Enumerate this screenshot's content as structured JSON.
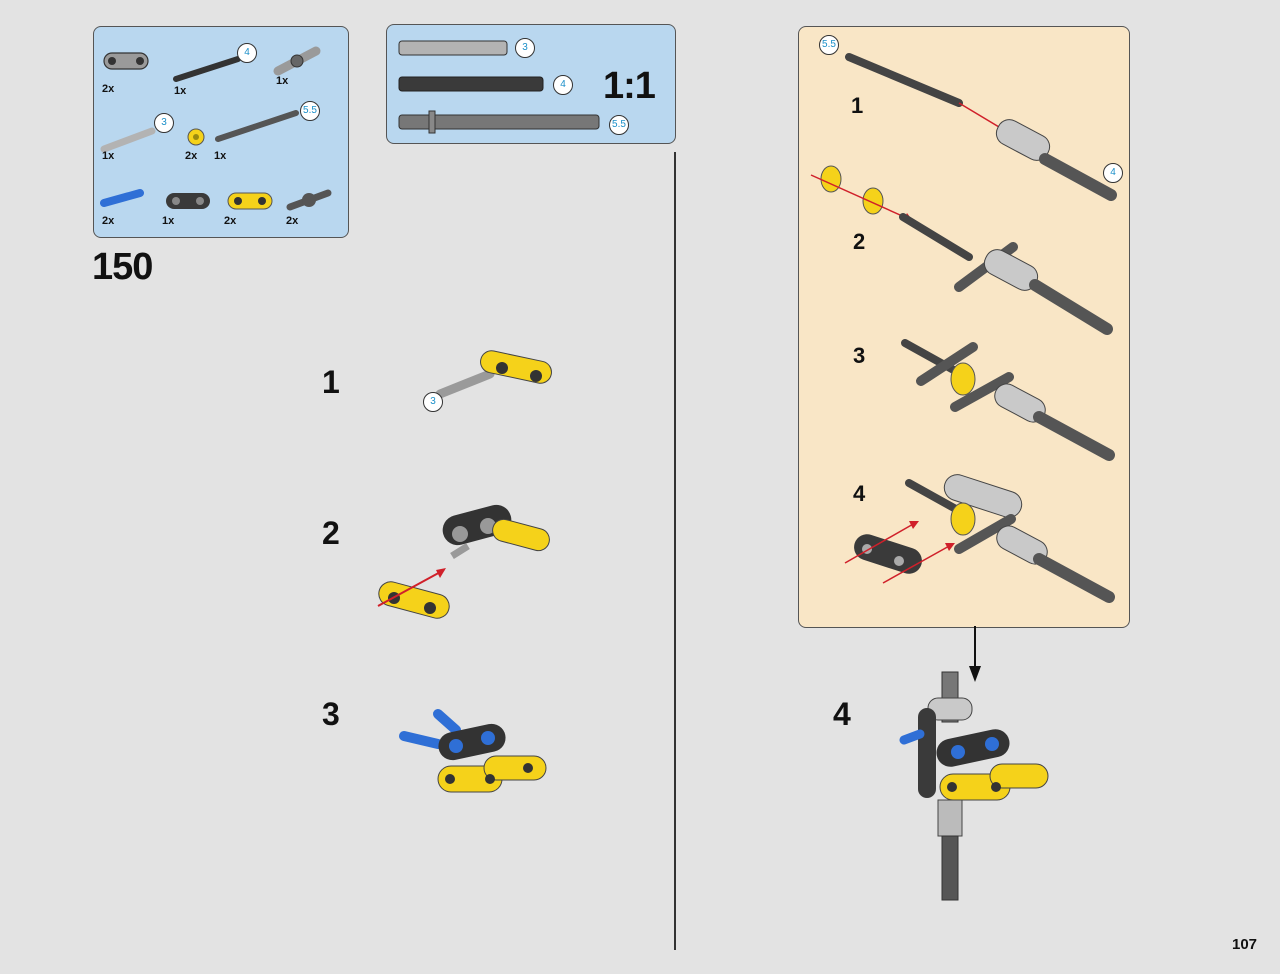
{
  "parts_list": {
    "items": [
      {
        "qty": "2x"
      },
      {
        "qty": "1x",
        "length": "4"
      },
      {
        "qty": "1x"
      },
      {
        "qty": "1x",
        "length": "3"
      },
      {
        "qty": "2x"
      },
      {
        "qty": "1x",
        "length": "5.5"
      },
      {
        "qty": "2x"
      },
      {
        "qty": "1x"
      },
      {
        "qty": "2x"
      },
      {
        "qty": "2x"
      }
    ]
  },
  "scale_box": {
    "label": "1:1",
    "axles": [
      {
        "length": "3"
      },
      {
        "length": "4"
      },
      {
        "length": "5.5"
      }
    ]
  },
  "main_step": {
    "number": "150"
  },
  "left_substeps": [
    {
      "number": "1",
      "axle_length": "3"
    },
    {
      "number": "2"
    },
    {
      "number": "3"
    }
  ],
  "callout": {
    "substeps": [
      {
        "number": "1",
        "badge_top": "5.5",
        "badge_bottom": "4"
      },
      {
        "number": "2"
      },
      {
        "number": "3"
      },
      {
        "number": "4"
      }
    ]
  },
  "right_substep": {
    "number": "4"
  },
  "page_number": "107",
  "colors": {
    "background": "#e3e3e3",
    "parts_panel": "#b9d7ef",
    "callout_panel": "#f9e6c6",
    "yellow_part": "#f5d21a",
    "blue_part": "#2f6fd6",
    "dark_part": "#3a3a3a",
    "light_gray_part": "#b3b3b3",
    "arrow": "#d0202a",
    "badge_text": "#1a8fc9"
  }
}
